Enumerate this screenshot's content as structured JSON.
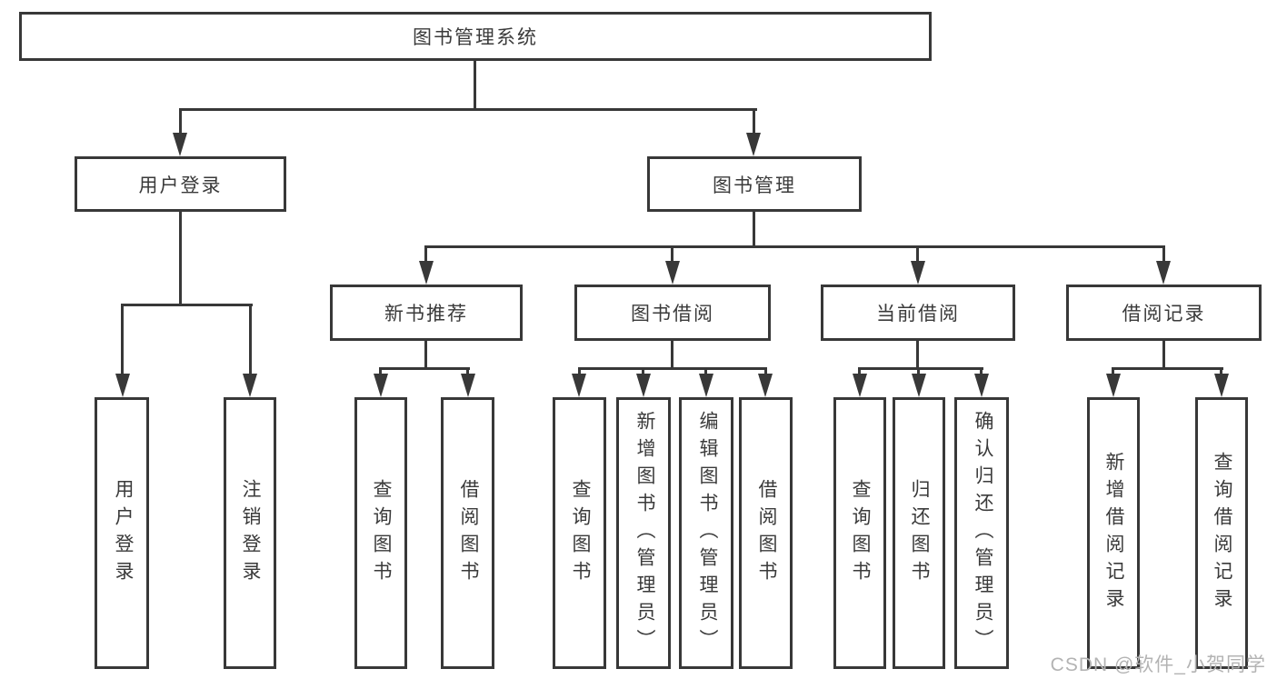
{
  "diagram": {
    "root": {
      "label": "图书管理系统"
    },
    "branches": [
      {
        "label": "用户登录",
        "leaves": [
          {
            "label": "用户登录"
          },
          {
            "label": "注销登录"
          }
        ]
      },
      {
        "label": "图书管理",
        "groups": [
          {
            "label": "新书推荐",
            "leaves": [
              {
                "label": "查询图书"
              },
              {
                "label": "借阅图书"
              }
            ]
          },
          {
            "label": "图书借阅",
            "leaves": [
              {
                "label": "查询图书"
              },
              {
                "label": "新增图书（管理员）"
              },
              {
                "label": "编辑图书（管理员）"
              },
              {
                "label": "借阅图书"
              }
            ]
          },
          {
            "label": "当前借阅",
            "leaves": [
              {
                "label": "查询图书"
              },
              {
                "label": "归还图书"
              },
              {
                "label": "确认归还（管理员）"
              }
            ]
          },
          {
            "label": "借阅记录",
            "leaves": [
              {
                "label": "新增借阅记录"
              },
              {
                "label": "查询借阅记录"
              }
            ]
          }
        ]
      }
    ]
  },
  "watermark": {
    "text": "CSDN @软件_小贺同学"
  },
  "colors": {
    "line": "#383838",
    "text": "#3a3a3a",
    "watermark": "#b3b3b3",
    "background": "#ffffff"
  }
}
